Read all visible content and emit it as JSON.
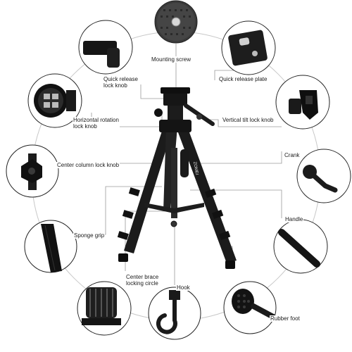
{
  "labels": {
    "mounting_screw": "Mounting screw",
    "quick_release_lock_knob_line1": "Quick release",
    "quick_release_lock_knob_line2": "lock knob",
    "quick_release_plate": "Quick release plate",
    "horizontal_rotation_lock_knob_line1": "Horizontal rotation",
    "horizontal_rotation_lock_knob_line2": "lock knob",
    "vertical_tilt_lock_knob": "Vertical tilt lock knob",
    "crank": "Crank",
    "center_column_lock_knob": "Center column lock knob",
    "handle": "Handle",
    "sponge_grip": "Sponge grip",
    "center_brace_locking_circle_line1": "Center brace",
    "center_brace_locking_circle_line2": "locking circle",
    "hook": "Hook",
    "rubber_foot": "Rubber foot"
  },
  "brand_text": "ZOMEI",
  "colors": {
    "line": "#9a9a9a",
    "tripod": "#1b1b1b",
    "circle_border": "#222222"
  },
  "icons": [
    "mounting-screw-icon",
    "quick-release-lock-knob-icon",
    "quick-release-plate-icon",
    "horizontal-rotation-knob-icon",
    "vertical-tilt-knob-icon",
    "crank-icon",
    "center-column-knob-icon",
    "handle-icon",
    "sponge-grip-icon",
    "center-brace-circle-icon",
    "hook-icon",
    "rubber-foot-icon",
    "tripod-icon"
  ]
}
